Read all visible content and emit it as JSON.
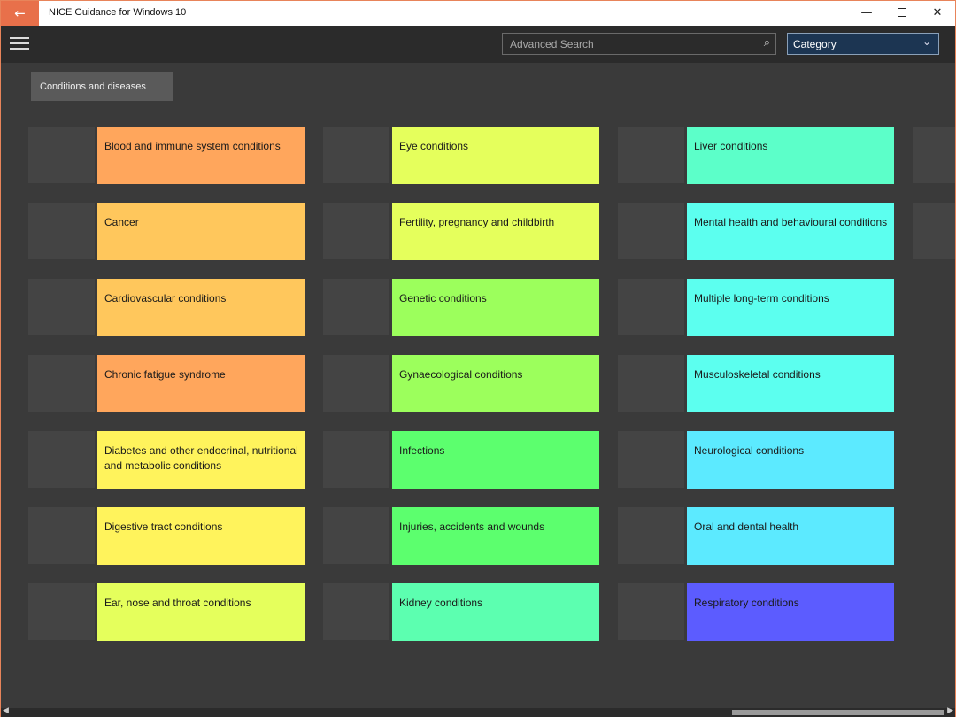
{
  "window": {
    "title": "NICE Guidance for Windows 10",
    "back_glyph": "←",
    "min_glyph": "—",
    "close_glyph": "✕"
  },
  "toolbar": {
    "search_placeholder": "Advanced Search",
    "search_glyph": "⌕",
    "category_label": "Category",
    "chevron_glyph": "⌄"
  },
  "breadcrumb": {
    "label": "Conditions and diseases"
  },
  "columns": [
    {
      "items": [
        {
          "label": "Blood and immune system conditions",
          "color": "#ffa65c"
        },
        {
          "label": "Cancer",
          "color": "#ffc75c"
        },
        {
          "label": "Cardiovascular conditions",
          "color": "#ffc75c"
        },
        {
          "label": "Chronic fatigue syndrome",
          "color": "#ffa65c"
        },
        {
          "label": "Diabetes and other endocrinal, nutritional and metabolic conditions",
          "color": "#fff35c"
        },
        {
          "label": "Digestive tract conditions",
          "color": "#fff35c"
        },
        {
          "label": "Ear, nose and throat conditions",
          "color": "#e5ff5c"
        }
      ]
    },
    {
      "items": [
        {
          "label": "Eye conditions",
          "color": "#e5ff5c"
        },
        {
          "label": "Fertility, pregnancy and childbirth",
          "color": "#e5ff5c"
        },
        {
          "label": "Genetic conditions",
          "color": "#9cff5c"
        },
        {
          "label": "Gynaecological conditions",
          "color": "#9cff5c"
        },
        {
          "label": "Infections",
          "color": "#5cff6e"
        },
        {
          "label": "Injuries, accidents and wounds",
          "color": "#5cff6e"
        },
        {
          "label": "Kidney conditions",
          "color": "#5cffb0"
        }
      ]
    },
    {
      "items": [
        {
          "label": "Liver conditions",
          "color": "#5cffc9"
        },
        {
          "label": "Mental health and behavioural conditions",
          "color": "#5cffef"
        },
        {
          "label": "Multiple long-term conditions",
          "color": "#5cffef"
        },
        {
          "label": "Musculoskeletal conditions",
          "color": "#5cffef"
        },
        {
          "label": "Neurological conditions",
          "color": "#5ceaff"
        },
        {
          "label": "Oral and dental health",
          "color": "#5ceaff"
        },
        {
          "label": "Respiratory conditions",
          "color": "#5c5cff"
        }
      ]
    }
  ]
}
